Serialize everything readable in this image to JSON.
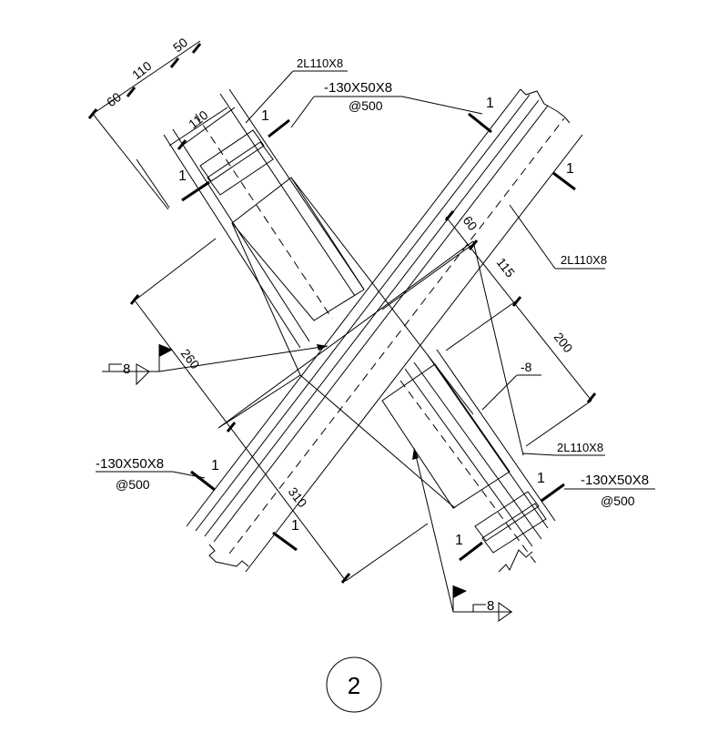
{
  "annotations": {
    "dim_60_top": "60",
    "dim_110_top": "110",
    "dim_50_top": "50",
    "dim_110_inner": "110",
    "dim_260": "260",
    "dim_310": "310",
    "dim_60_right": "60",
    "dim_115": "115",
    "dim_200": "200",
    "label_2l_top": "2L110X8",
    "label_2l_right": "2L110X8",
    "label_2l_lower_right": "2L110X8",
    "label_plate_top": "-130X50X8",
    "label_spacing_top": "@500",
    "label_plate_left": "-130X50X8",
    "label_spacing_left": "@500",
    "label_plate_right": "-130X50X8",
    "label_spacing_right": "@500",
    "label_gusset": "-8",
    "weld_left": "8",
    "weld_bottom": "8",
    "section_1_a": "1",
    "section_1_b": "1",
    "section_1_c": "1",
    "section_1_d": "1",
    "section_1_e": "1",
    "section_1_f": "1",
    "section_1_g": "1",
    "section_1_h": "1",
    "detail_number": "2"
  }
}
